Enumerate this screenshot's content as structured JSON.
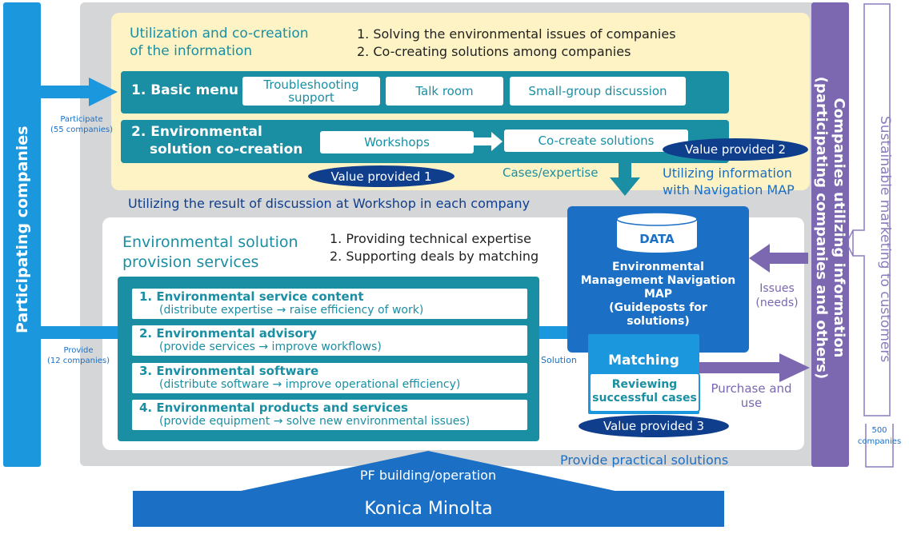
{
  "left_bar": {
    "label": "Participating companies",
    "color": "#1b97dd"
  },
  "participate": {
    "line1": "Participate",
    "line2": "(55 companies)"
  },
  "provide": {
    "line1": "Provide",
    "line2": "(12 companies)"
  },
  "top_panel": {
    "title_line1": "Utilization and co-creation",
    "title_line2": "of the information",
    "point1": "1.  Solving the environmental issues of companies",
    "point2": "2.  Co-creating solutions among companies"
  },
  "basic_menu": {
    "label": "1. Basic menu",
    "items": [
      "Troubleshooting support",
      "Talk room",
      "Small-group discussion"
    ]
  },
  "cocreation": {
    "label_line1": "2. Environmental",
    "label_line2": "solution co-creation",
    "workshops": "Workshops",
    "cocreate": "Co-create solutions"
  },
  "value1": "Value provided 1",
  "value2": "Value provided 2",
  "value3": "Value provided 3",
  "cases": "Cases/expertise",
  "nav_info": {
    "line1": "Utilizing information",
    "line2": "with Navigation MAP"
  },
  "workshop_result": "Utilizing the result of discussion at Workshop in each company",
  "services_panel": {
    "title_line1": "Environmental solution",
    "title_line2": "provision services",
    "point1": "1.  Providing technical expertise",
    "point2": "2.  Supporting deals by matching"
  },
  "services": [
    {
      "title": "1.  Environmental service content",
      "sub": "(distribute expertise → raise efficiency of work)"
    },
    {
      "title": "2. Environmental advisory",
      "sub": "(provide services → improve workflows)"
    },
    {
      "title": "3. Environmental software",
      "sub": "(distribute software → improve operational efficiency)"
    },
    {
      "title": "4. Environmental products and services",
      "sub": "(provide equipment → solve new environmental issues)"
    }
  ],
  "solution_label": "Solution",
  "map_box": {
    "data_label": "DATA",
    "line1": "Environmental",
    "line2": "Management Navigation",
    "line3": "MAP",
    "line4": "(Guideposts for",
    "line5": "solutions)"
  },
  "matching": "Matching",
  "reviewing": {
    "line1": "Reviewing",
    "line2": "successful cases"
  },
  "issues": {
    "line1": "Issues",
    "line2": "(needs)"
  },
  "purchase": {
    "line1": "Purchase and",
    "line2": "use"
  },
  "practical": "Provide practical solutions",
  "right_purple": {
    "line1": "Companies utilizing information",
    "line2": "(participating companies and others)",
    "color": "#7b68b0"
  },
  "sustainable": {
    "label": "Sustainable marketing to customers",
    "count1": "500",
    "count2": "companies"
  },
  "pf": "PF building/operation",
  "konica": "Konica Minolta",
  "colors": {
    "teal": "#1a8fa3",
    "navy": "#0f3e8c",
    "yellow": "#fdf3c4",
    "gray": "#d5d6d8",
    "blue": "#1b6fc4"
  }
}
